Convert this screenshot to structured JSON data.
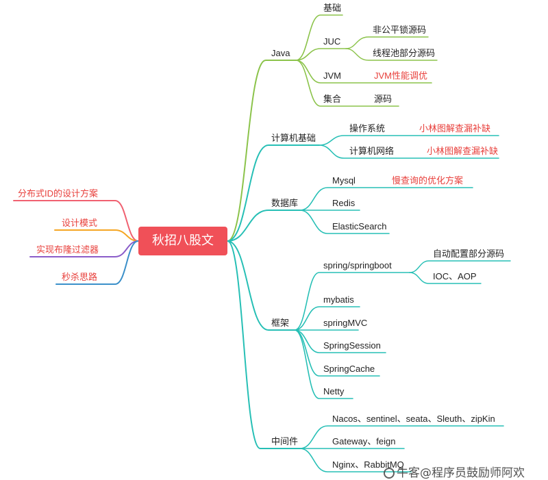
{
  "root": "秋招八股文",
  "colors": {
    "root_bg": "#f05058",
    "java_branch": "#8bc34a",
    "teal_branch": "#26bfb5",
    "red_text": "#e8403c",
    "left_red": "#f06070",
    "left_orange": "#f5a623",
    "left_purple": "#8a5cc9",
    "left_blue": "#3a8fc9"
  },
  "left_branches": [
    {
      "label": "分布式ID的设计方案"
    },
    {
      "label": "设计模式"
    },
    {
      "label": "实现布隆过滤器"
    },
    {
      "label": "秒杀思路"
    }
  ],
  "java": {
    "label": "Java",
    "base": "基础",
    "juc": {
      "label": "JUC",
      "children": [
        "非公平锁源码",
        "线程池部分源码"
      ]
    },
    "jvm": {
      "label": "JVM",
      "child": "JVM性能调优"
    },
    "collections": {
      "label": "集合",
      "child": "源码"
    }
  },
  "cs_basics": {
    "label": "计算机基础",
    "os": {
      "label": "操作系统",
      "child": "小林图解查漏补缺"
    },
    "network": {
      "label": "计算机网络",
      "child": "小林图解查漏补缺"
    }
  },
  "database": {
    "label": "数据库",
    "mysql": {
      "label": "Mysql",
      "child": "慢查询的优化方案"
    },
    "redis": "Redis",
    "es": "ElasticSearch"
  },
  "framework": {
    "label": "框架",
    "spring": {
      "label": "spring/springboot",
      "children": [
        "自动配置部分源码",
        "IOC、AOP"
      ]
    },
    "mybatis": "mybatis",
    "springmvc": "springMVC",
    "springsession": "SpringSession",
    "springcache": "SpringCache",
    "netty": "Netty"
  },
  "middleware": {
    "label": "中间件",
    "items": [
      "Nacos、sentinel、seata、Sleuth、zipKin",
      "Gateway、feign",
      "Nginx、RabbitMQ"
    ]
  },
  "watermark": "牛客@程序员鼓励师阿欢"
}
